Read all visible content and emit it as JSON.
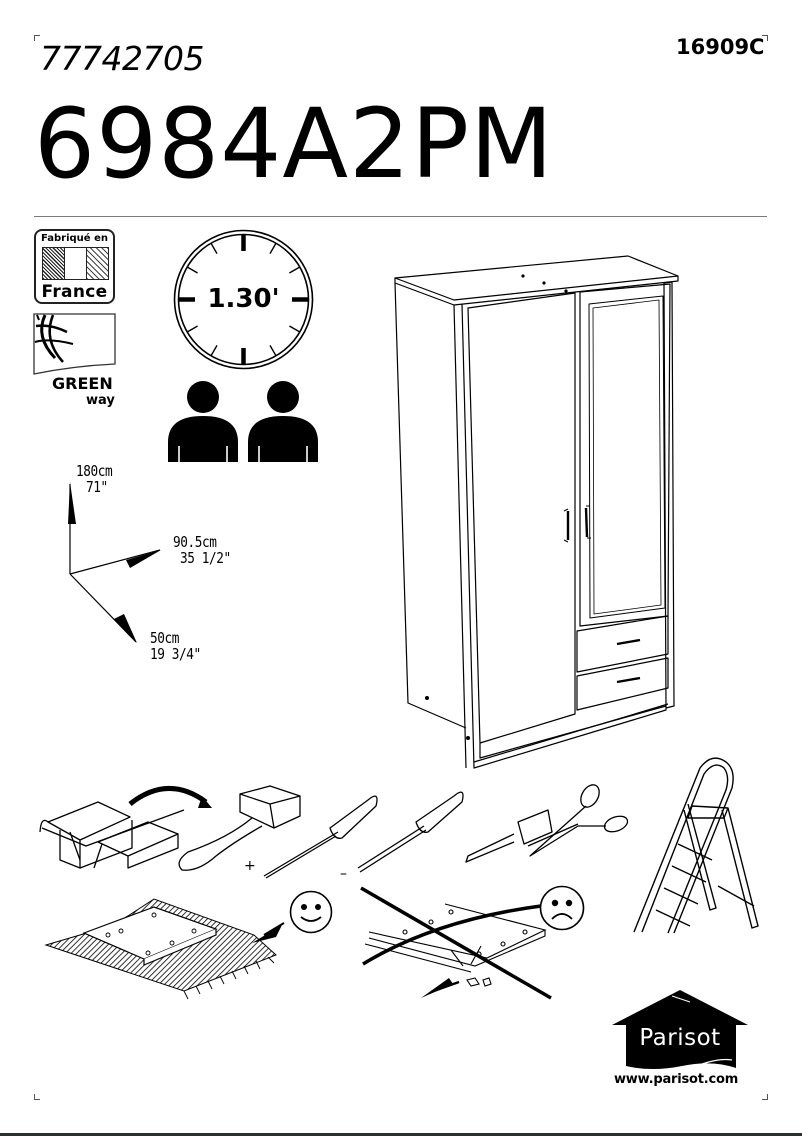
{
  "header": {
    "reference_code": "77742705",
    "document_code": "16909C",
    "model_number": "6984A2PM"
  },
  "badges": {
    "made_in": {
      "top_label": "Fabriqué en",
      "bottom_label": "France"
    },
    "green_way": {
      "title": "GREEN",
      "subtitle": "way"
    }
  },
  "assembly": {
    "time_label": "1.30'",
    "people_count": 2
  },
  "dimensions": {
    "height": {
      "metric": "180cm",
      "imperial": "71\""
    },
    "width": {
      "metric": "90.5cm",
      "imperial": "35 1/2\""
    },
    "depth": {
      "metric": "50cm",
      "imperial": "19 3/4\""
    }
  },
  "product": {
    "type": "wardrobe",
    "doors": 2,
    "mirror_door": true,
    "drawers": 2
  },
  "tools": {
    "items": [
      "toolbox",
      "hammer",
      "phillips-screwdriver",
      "flathead-screwdriver",
      "tape-measure",
      "scissors",
      "step-ladder"
    ],
    "phillips_mark": "+",
    "flathead_mark": "–"
  },
  "guidance": {
    "good": {
      "description": "Assemble on a rug / soft surface",
      "face": "smiley"
    },
    "bad": {
      "description": "Do not assemble on a hard floor",
      "face": "frown"
    }
  },
  "brand": {
    "name": "Parisot",
    "website": "www.parisot.com"
  },
  "colors": {
    "ink": "#000000",
    "rule": "#7a7a7a",
    "footer_bar": "#2a3133",
    "paper": "#ffffff"
  }
}
